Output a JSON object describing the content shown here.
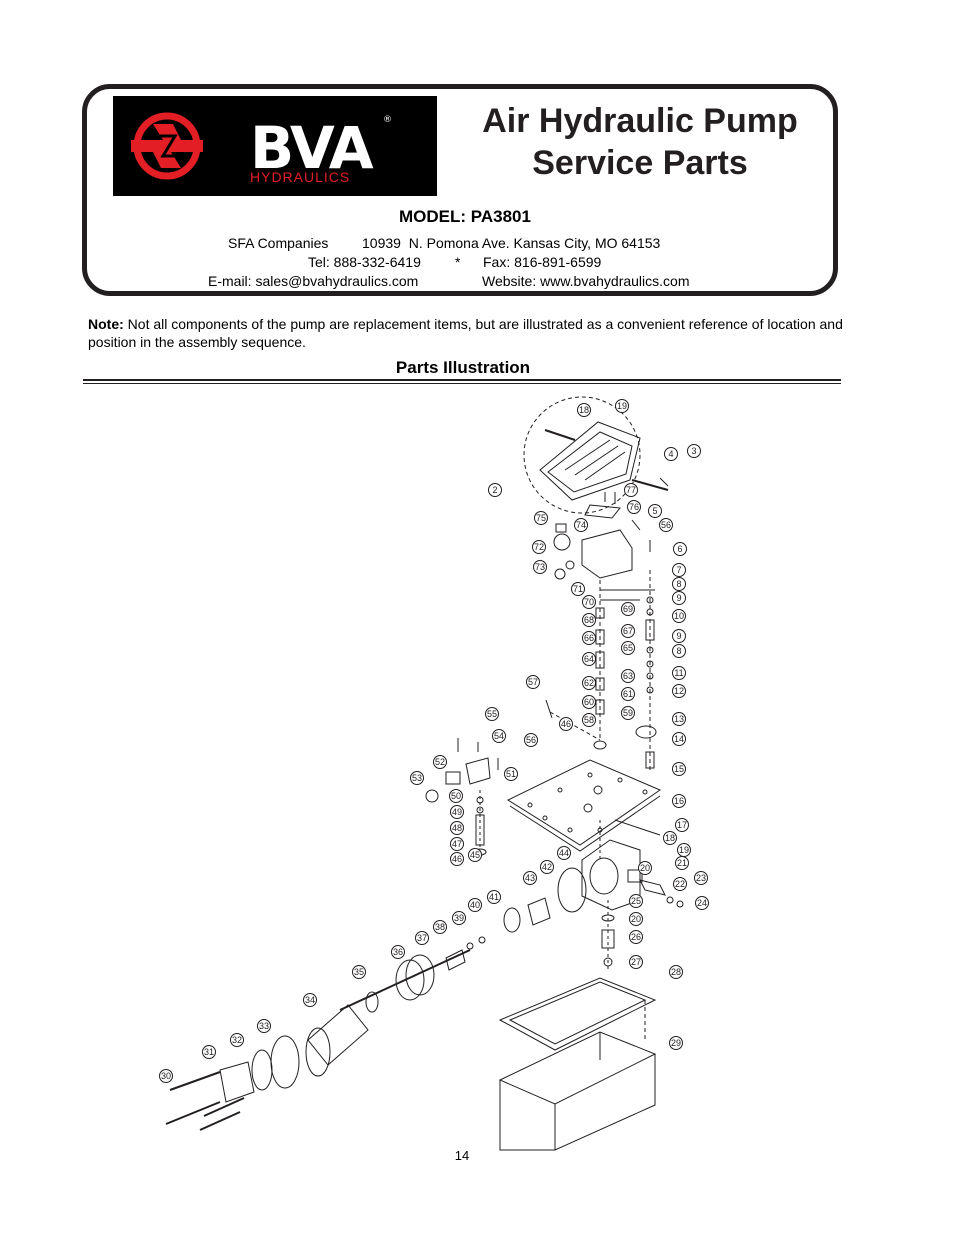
{
  "header": {
    "logo_text": "BVA",
    "logo_sub": "HYDRAULICS",
    "logo_reg": "®",
    "title_line1": "Air Hydraulic Pump",
    "title_line2": "Service Parts",
    "model": "MODEL: PA3801",
    "company": "SFA Companies",
    "address": "10939  N. Pomona Ave. Kansas City, MO 64153",
    "tel": "Tel: 888-332-6419",
    "sep": "*",
    "fax": "Fax: 816-891-6599",
    "email": "E-mail: sales@bvahydraulics.com",
    "website": "Website: www.bvahydraulics.com"
  },
  "note": {
    "label": "Note:",
    "text": " Not all components of the pump are replacement items, but are illustrated as a convenient reference of location and position in the assembly sequence."
  },
  "section_title": "Parts Illustration",
  "page_number": "14",
  "colors": {
    "logo_red": "#e31e24",
    "logo_bg": "#000000",
    "ink": "#231f20"
  },
  "callouts": [
    "18",
    "19",
    "2",
    "4",
    "3",
    "77",
    "76",
    "5",
    "75",
    "74",
    "56",
    "72",
    "73",
    "6",
    "7",
    "71",
    "8",
    "9",
    "70",
    "69",
    "10",
    "68",
    "67",
    "66",
    "65",
    "9",
    "8",
    "64",
    "11",
    "63",
    "62",
    "12",
    "61",
    "60",
    "59",
    "58",
    "57",
    "13",
    "46",
    "14",
    "55",
    "54",
    "56",
    "52",
    "15",
    "51",
    "53",
    "50",
    "16",
    "49",
    "48",
    "17",
    "47",
    "45",
    "44",
    "18",
    "46",
    "19",
    "20",
    "21",
    "42",
    "22",
    "23",
    "43",
    "24",
    "41",
    "25",
    "40",
    "20",
    "39",
    "38",
    "26",
    "37",
    "27",
    "36",
    "35",
    "28",
    "34",
    "33",
    "29",
    "32",
    "31",
    "30"
  ]
}
